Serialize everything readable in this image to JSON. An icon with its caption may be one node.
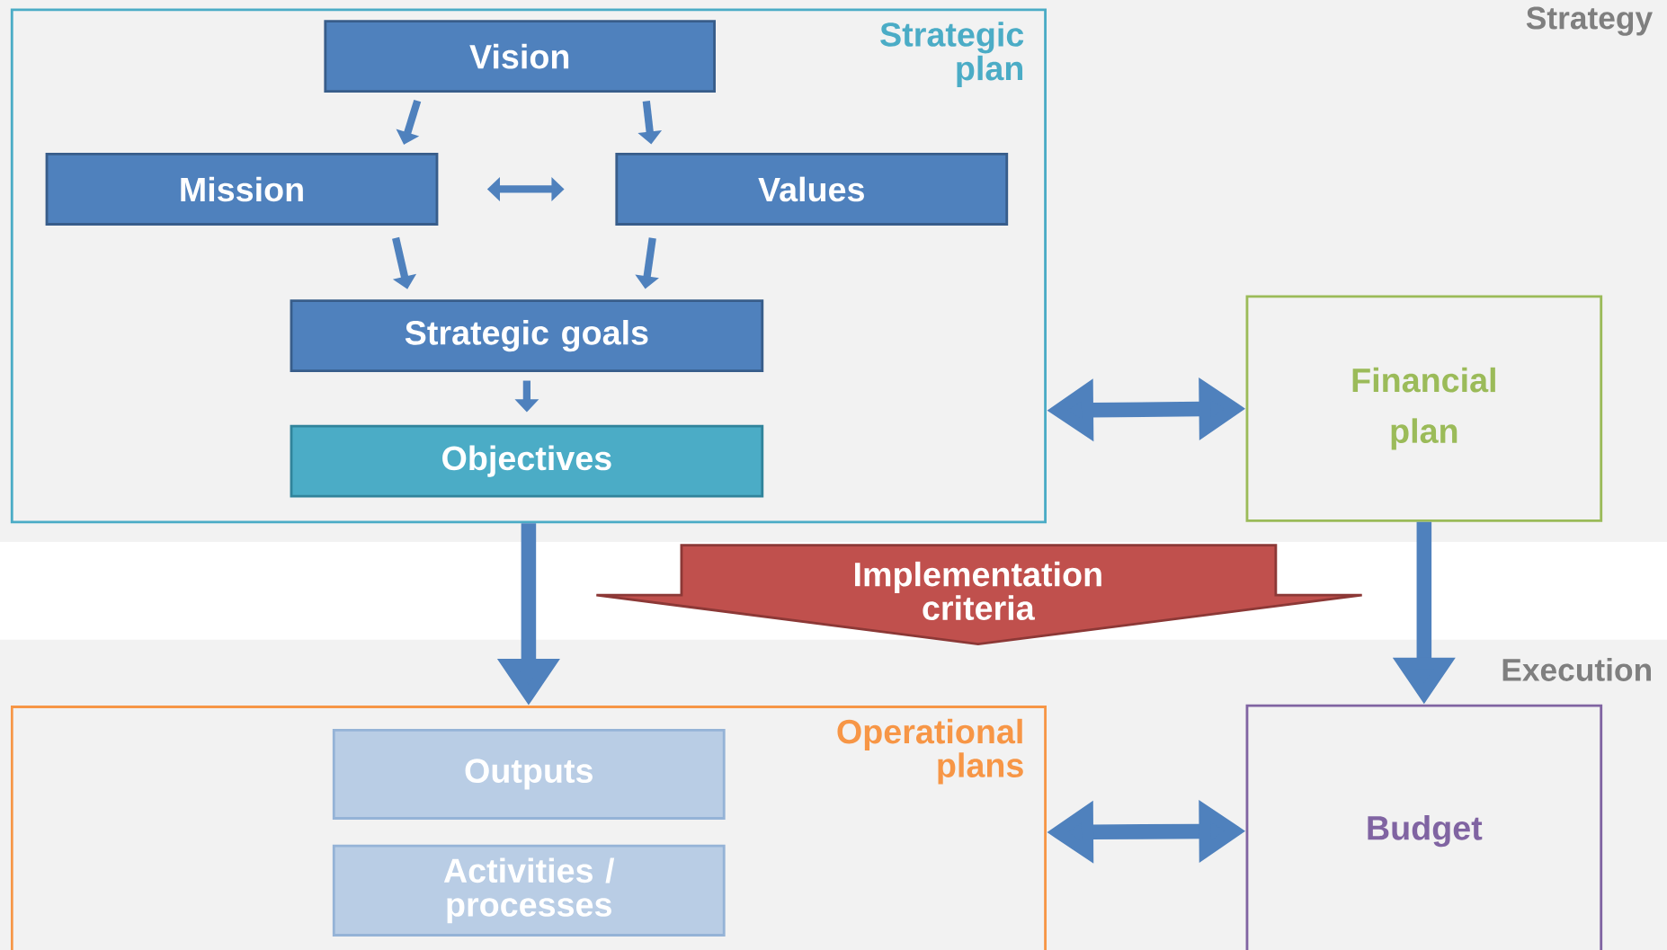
{
  "diagram": {
    "nodes": [
      {
        "text": [
          "Strategic plan"
        ]
      },
      {
        "text": [
          "Vision"
        ],
        "in": 0
      },
      {
        "text": [
          "Mission"
        ],
        "in": 0
      },
      {
        "text": [
          "Values"
        ],
        "in": 0
      },
      {
        "text": [
          "Strategic goals"
        ],
        "in": 0
      },
      {
        "text": [
          "Objectives"
        ],
        "in": 0
      },
      {
        "text": [
          "Financial plan"
        ]
      },
      {
        "text": [
          "Implementation criteria"
        ]
      },
      {
        "text": [
          "Operational plans"
        ]
      },
      {
        "text": [
          "Outputs"
        ],
        "in": 8
      },
      {
        "text": [
          "Activities / processes"
        ],
        "in": 8
      },
      {
        "text": [
          "Budget"
        ]
      }
    ],
    "edges": [
      {
        "from": 1,
        "to": 2,
        "arrow": "to"
      },
      {
        "from": 1,
        "to": 3,
        "arrow": "to"
      },
      {
        "from": 2,
        "to": 3,
        "arrow": "both"
      },
      {
        "from": 2,
        "to": 4,
        "arrow": "to"
      },
      {
        "from": 3,
        "to": 4,
        "arrow": "to"
      },
      {
        "from": 4,
        "to": 5,
        "arrow": "to"
      },
      {
        "from": 0,
        "to": 6,
        "arrow": "both",
        "style": "thick"
      },
      {
        "from": 0,
        "to": 8,
        "arrow": "to",
        "style": "thick"
      },
      {
        "from": 6,
        "to": 11,
        "arrow": "to",
        "style": "thick"
      },
      {
        "from": 8,
        "to": 11,
        "arrow": "both",
        "style": "thick"
      }
    ],
    "labels": [
      "Strategy",
      "Execution"
    ]
  }
}
